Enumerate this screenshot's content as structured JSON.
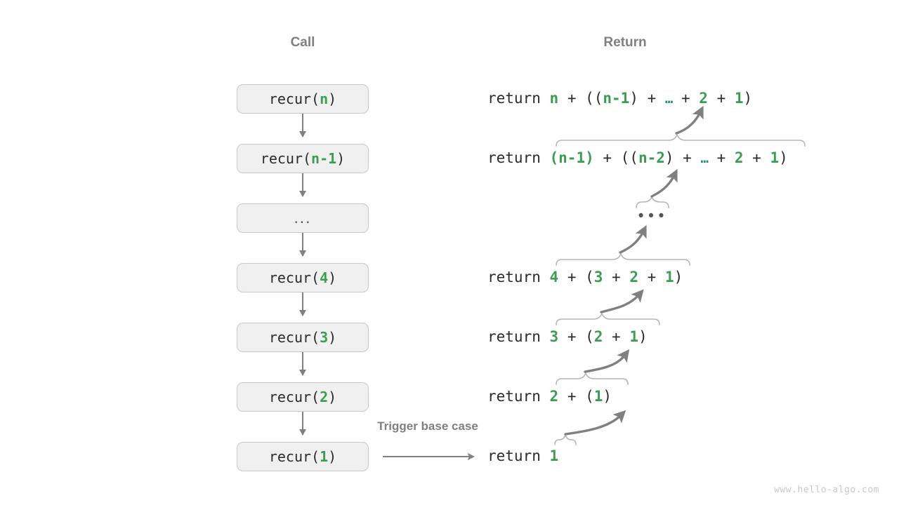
{
  "headers": {
    "call": "Call",
    "return": "Return"
  },
  "colors": {
    "green": "#3d9c53",
    "teal_ellipsis": "#2e8b7a",
    "text": "#2b2b2b",
    "gray": "#808080",
    "box_fill": "#f0f0f0",
    "box_border": "#c8c8c8",
    "brace": "#b5b5b5",
    "watermark": "#c9c9c9",
    "background": "#ffffff"
  },
  "call_stack": [
    {
      "prefix": "recur(",
      "arg": "n",
      "suffix": ")",
      "is_ellipsis": false
    },
    {
      "prefix": "recur(",
      "arg": "n-1",
      "suffix": ")",
      "is_ellipsis": false
    },
    {
      "prefix": "",
      "arg": "...",
      "suffix": "",
      "is_ellipsis": true
    },
    {
      "prefix": "recur(",
      "arg": "4",
      "suffix": ")",
      "is_ellipsis": false
    },
    {
      "prefix": "recur(",
      "arg": "3",
      "suffix": ")",
      "is_ellipsis": false
    },
    {
      "prefix": "recur(",
      "arg": "2",
      "suffix": ")",
      "is_ellipsis": false
    },
    {
      "prefix": "recur(",
      "arg": "1",
      "suffix": ")",
      "is_ellipsis": false
    }
  ],
  "returns": [
    {
      "keyword": "return ",
      "head": "n",
      "mid": " + ((",
      "inner": "n-1",
      "after_inner": ") + ",
      "ellipsis": "…",
      "tail_ops": " + ",
      "t2": "2",
      "plus": " + ",
      "t1": "1",
      "close": ")",
      "full_text": "return n + ((n-1) + … + 2 + 1)"
    },
    {
      "keyword": "return ",
      "head": "(n-1)",
      "mid": " + ((",
      "inner": "n-2",
      "after_inner": ") + ",
      "ellipsis": "…",
      "tail_ops": " + ",
      "t2": "2",
      "plus": " + ",
      "t1": "1",
      "close": ")",
      "full_text": "return (n-1) + ((n-2) + … + 2 + 1)"
    },
    {
      "ellipsis_row": "•••"
    },
    {
      "keyword": "return ",
      "head": "4",
      "mid": " + (",
      "t3": "3",
      "plus1": " + ",
      "t2": "2",
      "plus2": " + ",
      "t1": "1",
      "close": ")",
      "full_text": "return 4 + (3 + 2 + 1)"
    },
    {
      "keyword": "return ",
      "head": "3",
      "mid": " + (",
      "t2": "2",
      "plus": " + ",
      "t1": "1",
      "close": ")",
      "full_text": "return 3 + (2 + 1)"
    },
    {
      "keyword": "return ",
      "head": "2",
      "mid": " + (",
      "t1": "1",
      "close": ")",
      "full_text": "return 2 + (1)"
    },
    {
      "keyword": "return ",
      "head": "1",
      "full_text": "return 1"
    }
  ],
  "annotations": {
    "trigger_base_case": "Trigger base case"
  },
  "watermark": "www.hello-algo.com"
}
